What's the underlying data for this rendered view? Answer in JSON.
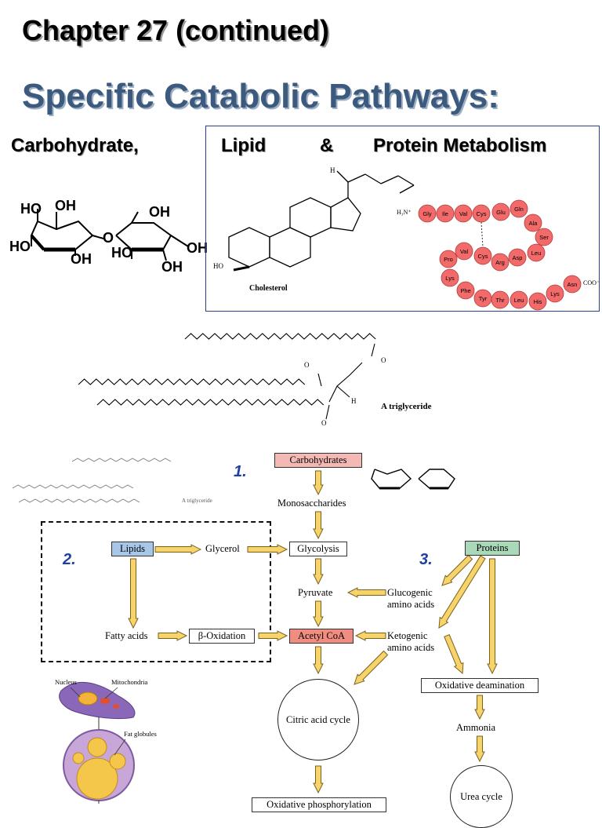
{
  "slide": {
    "title": "Chapter 27  (continued)",
    "subtitle": "Specific Catabolic Pathways:",
    "categories": {
      "carbohydrate": "Carbohydrate,",
      "lipid": "Lipid",
      "amp": "&",
      "protein": "Protein Metabolism"
    }
  },
  "structures": {
    "lactose_labels": [
      "HO",
      "OH",
      "OH",
      "HO",
      "O",
      "HO",
      "OH",
      "OH",
      "OH"
    ],
    "cholesterol": {
      "name": "Cholesterol",
      "ho": "HO",
      "h": "H"
    },
    "peptide": {
      "n_term": "H₃N⁺",
      "c_term": "COO⁻",
      "residues": [
        "Gly",
        "Ile",
        "Val",
        "Cys",
        "Glu",
        "Gln",
        "Ala",
        "Ser",
        "Leu",
        "Asp",
        "Arg",
        "Cys",
        "Val",
        "Pro",
        "Lys",
        "Phe",
        "Tyr",
        "Thr",
        "Leu",
        "His",
        "Lys",
        "Asn"
      ],
      "bead_color": "#f26a6a"
    },
    "triglyceride": {
      "name": "A triglyceride",
      "o": "O",
      "h": "H"
    }
  },
  "pathway": {
    "numbers": [
      "1.",
      "2.",
      "3."
    ],
    "carbohydrates": "Carbohydrates",
    "monosaccharides": "Monosaccharides",
    "lipids": "Lipids",
    "glycerol": "Glycerol",
    "glycolysis": "Glycolysis",
    "proteins": "Proteins",
    "pyruvate": "Pyruvate",
    "glucogenic": "Glucogenic\namino acids",
    "fatty_acids": "Fatty acids",
    "beta_oxidation": "β-Oxidation",
    "acetyl_coa": "Acetyl CoA",
    "ketogenic": "Ketogenic\namino acids",
    "oxidative_deamination": "Oxidative deamination",
    "citric_acid_cycle": "Citric acid cycle",
    "ammonia": "Ammonia",
    "urea_cycle": "Urea cycle",
    "oxidative_phosphorylation": "Oxidative phosphorylation"
  },
  "cell": {
    "nucleus": "Nucleus",
    "mitochondria": "Mitochondria",
    "fat_globules": "Fat globules"
  },
  "colors": {
    "title_blue": "#3b5a7e",
    "carb_box": "#f4b9b4",
    "acetyl_box": "#f08d80",
    "lipids_box": "#a8c6e8",
    "proteins_box": "#a9d9b8",
    "arrow_fill": "#f7d46a",
    "arrow_stroke": "#7a6020",
    "number_blue": "#1f3fa3"
  }
}
